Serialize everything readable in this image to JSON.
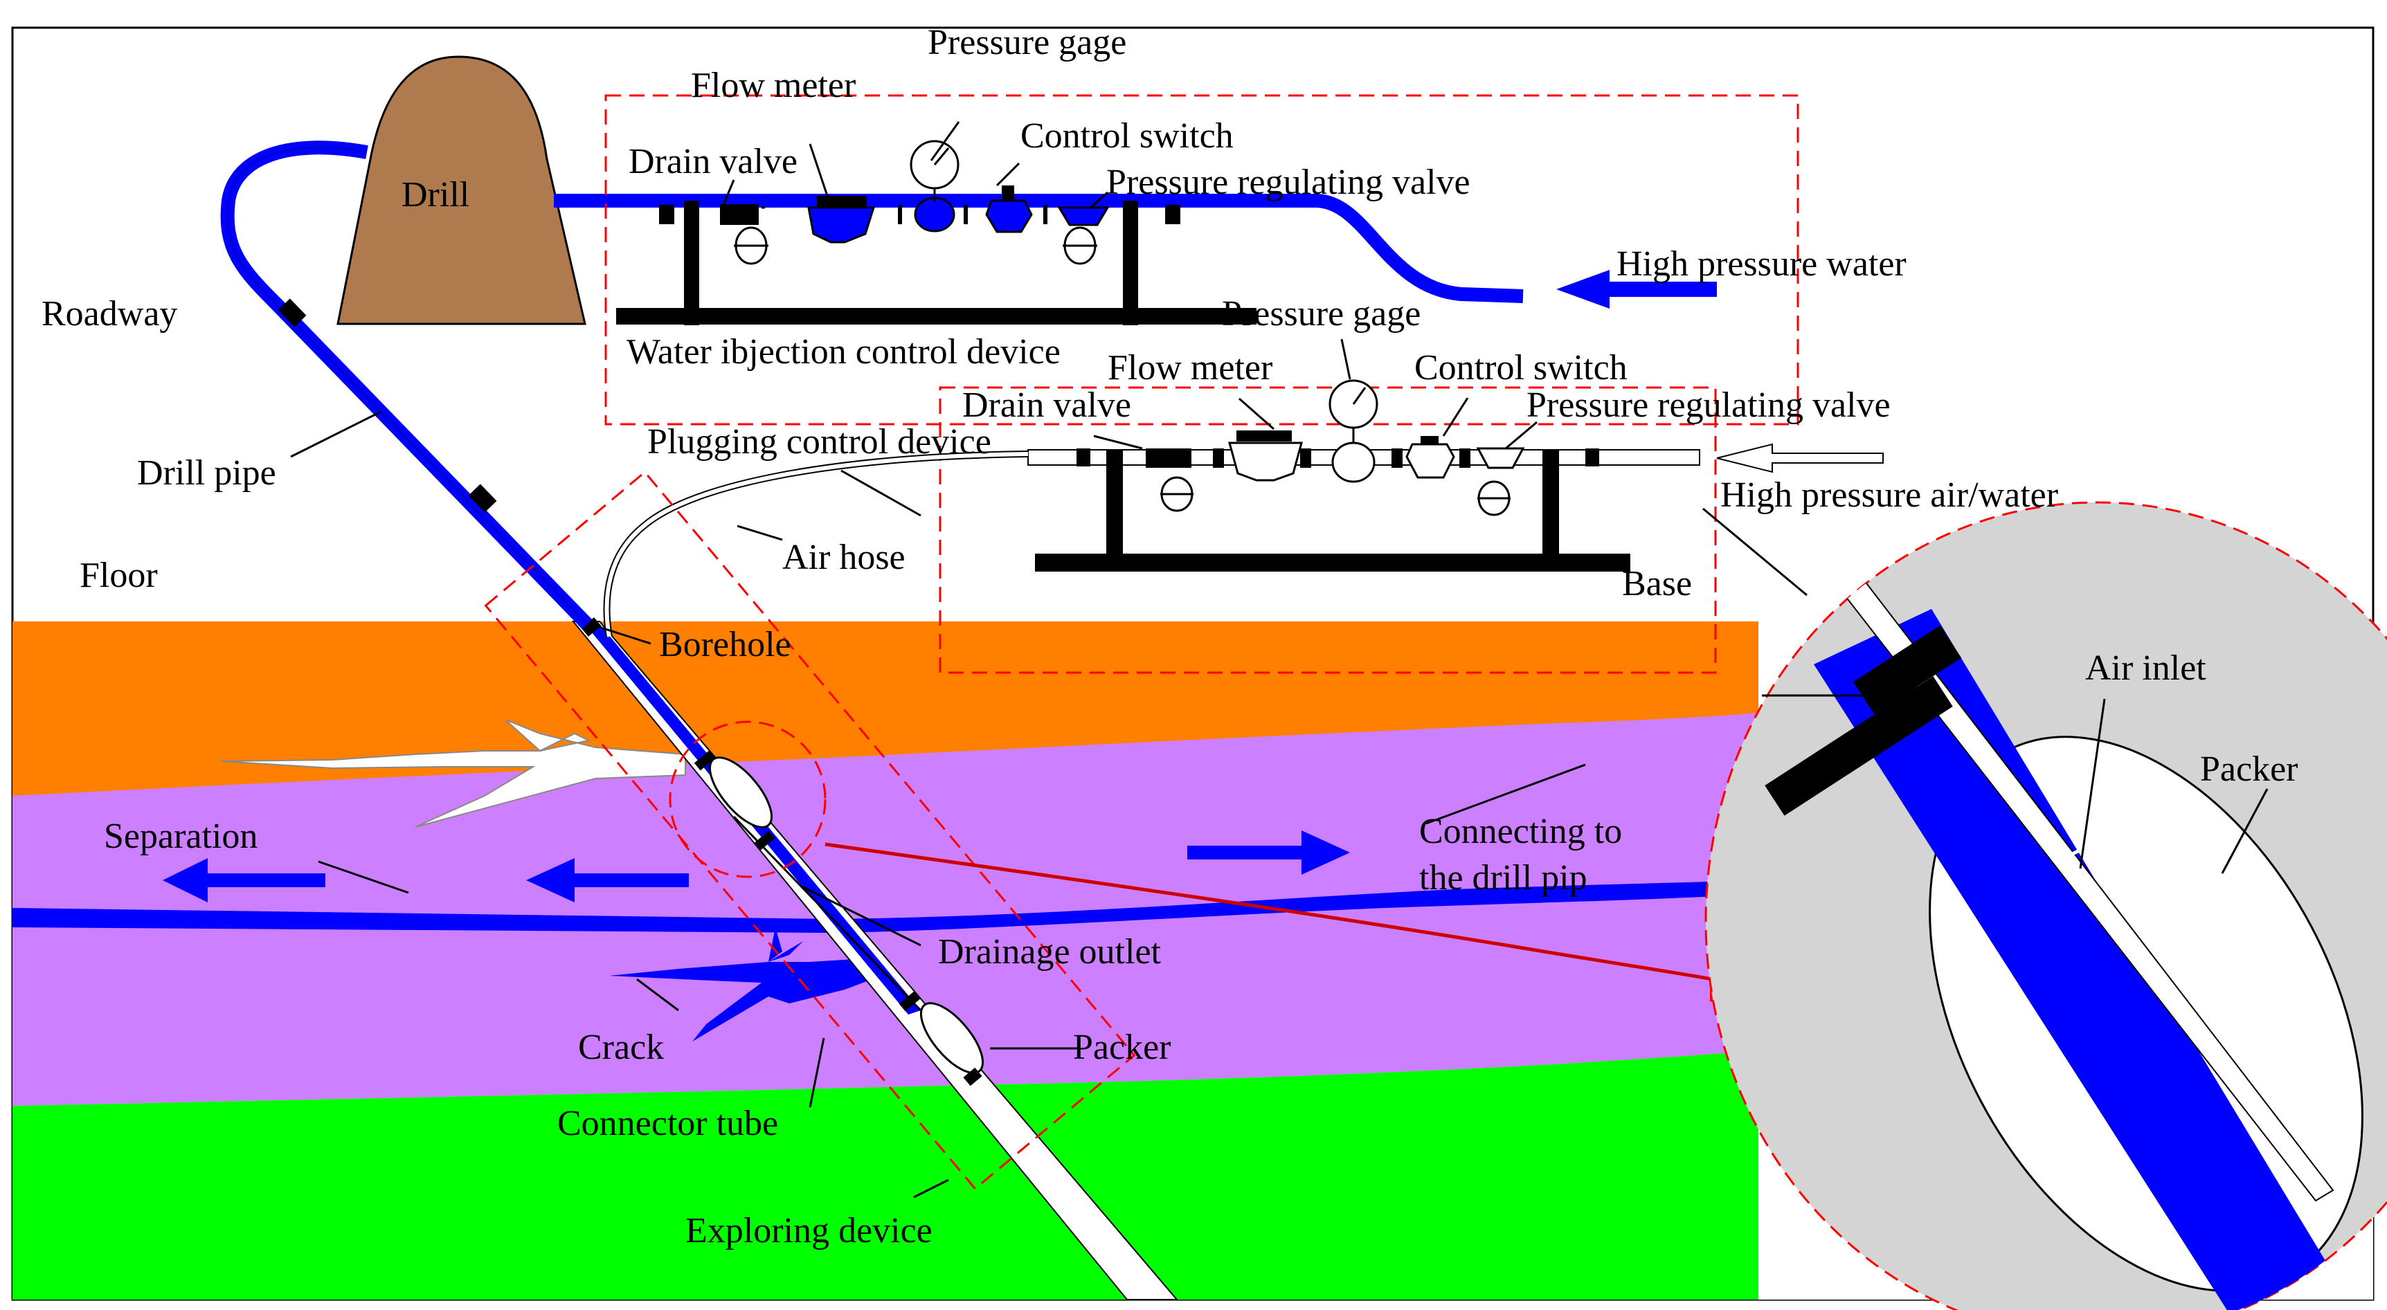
{
  "labels": {
    "drill": "Drill",
    "roadway": "Roadway",
    "drill_pipe": "Drill pipe",
    "floor": "Floor",
    "flow_meter_top": "Flow meter",
    "pressure_gage_top": "Pressure gage",
    "drain_valve_top": "Drain valve",
    "control_switch_top": "Control switch",
    "pressure_regulating_valve_top": "Pressure regulating valve",
    "high_pressure_water": "High pressure water",
    "water_injection_control_device": "Water ibjection control device",
    "pressure_gage_bottom": "Pressure gage",
    "flow_meter_bottom": "Flow meter",
    "control_switch_bottom": "Control switch",
    "drain_valve_bottom": "Drain valve",
    "pressure_regulating_valve_bottom": "Pressure regulating valve",
    "plugging_control_device": "Plugging control device",
    "high_pressure_air_water": "High pressure air/water",
    "air_hose": "Air hose",
    "base": "Base",
    "borehole": "Borehole",
    "separation": "Separation",
    "connecting_to_drill_pipe_line1": "Connecting to",
    "connecting_to_drill_pipe_line2": "the drill pip",
    "drainage_outlet": "Drainage outlet",
    "crack": "Crack",
    "packer": "Packer",
    "connector_tube": "Connector tube",
    "exploring_device": "Exploring device",
    "air_inlet": "Air inlet",
    "packer_detail": "Packer"
  },
  "colors": {
    "drill_body": "#b07a4f",
    "strata_top": "#ff8000",
    "strata_middle": "#cc80ff",
    "strata_bottom": "#00ff00",
    "water_blue": "#0000ff",
    "detail_grey": "#d4d4d4",
    "frame_red": "#ff0000",
    "connection_arrow": "#cc0000"
  }
}
